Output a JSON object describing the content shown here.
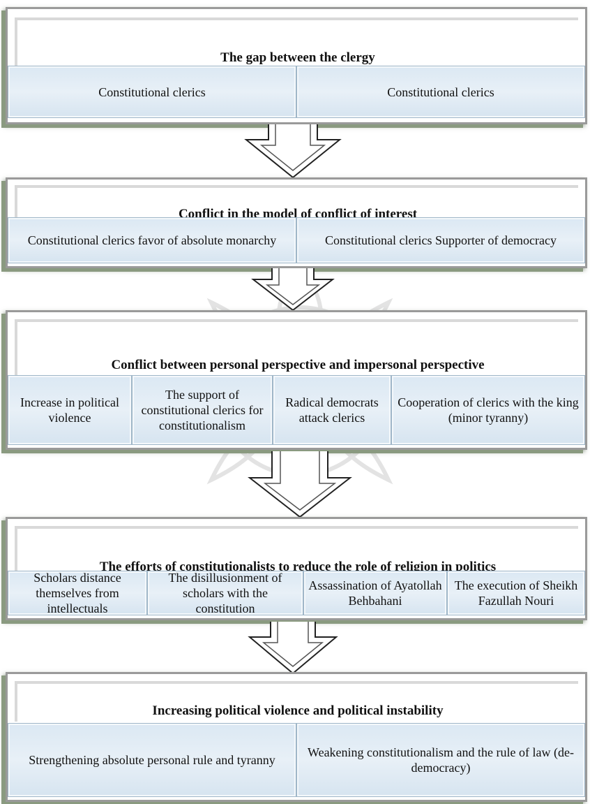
{
  "blocks": [
    {
      "title": "The gap between the clergy",
      "cells": [
        "Constitutional clerics",
        "Constitutional clerics"
      ]
    },
    {
      "title": "Conflict in the model of conflict of interest",
      "cells": [
        "Constitutional clerics favor of absolute monarchy",
        "Constitutional clerics Supporter of democracy"
      ]
    },
    {
      "title": "Conflict between personal perspective and impersonal perspective",
      "cells": [
        "Increase in political violence",
        "The support of constitutional clerics for constitutionalism",
        "Radical democrats attack clerics",
        "Cooperation of clerics with the king (minor tyranny)"
      ]
    },
    {
      "title": "The efforts of constitutionalists to reduce the role of religion in politics",
      "cells": [
        "Scholars distance themselves from intellectuals",
        "The disillusionment of scholars with the constitution",
        "Assassination of Ayatollah Behbahani",
        "The execution of Sheikh Fazullah Nouri"
      ]
    },
    {
      "title": "Increasing political violence and political instability",
      "cells": [
        "Strengthening absolute personal rule and tyranny",
        "Weakening constitutionalism and the rule of law (de-democracy)"
      ]
    }
  ],
  "colors": {
    "cell_fill": "#dbe8f3",
    "block_shadow": "#8a9a80",
    "border": "#9a9a9a"
  }
}
